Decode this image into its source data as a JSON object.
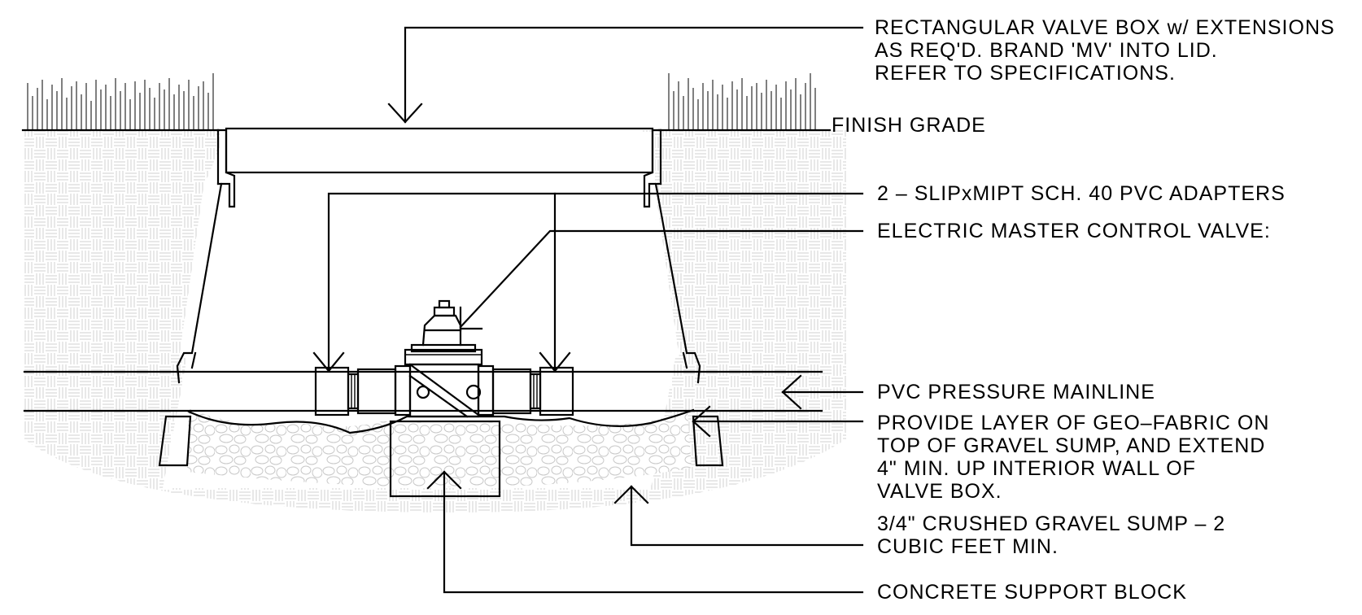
{
  "callouts": {
    "valve_box": [
      "RECTANGULAR VALVE BOX w/ EXTENSIONS",
      "AS REQ'D. BRAND 'MV' INTO LID.",
      "REFER TO SPECIFICATIONS."
    ],
    "finish_grade": "FINISH GRADE",
    "adapters": "2 – SLIPxMIPT SCH. 40 PVC ADAPTERS",
    "master_valve": "ELECTRIC MASTER CONTROL VALVE:",
    "mainline": "PVC PRESSURE MAINLINE",
    "geo_fabric": [
      "PROVIDE LAYER OF GEO–FABRIC ON",
      "TOP OF GRAVEL SUMP, AND EXTEND",
      "4\" MIN. UP INTERIOR WALL OF",
      "VALVE BOX."
    ],
    "gravel_sump": [
      "3/4\" CRUSHED GRAVEL SUMP – 2",
      "CUBIC FEET MIN."
    ],
    "support_block": "CONCRETE SUPPORT BLOCK"
  }
}
